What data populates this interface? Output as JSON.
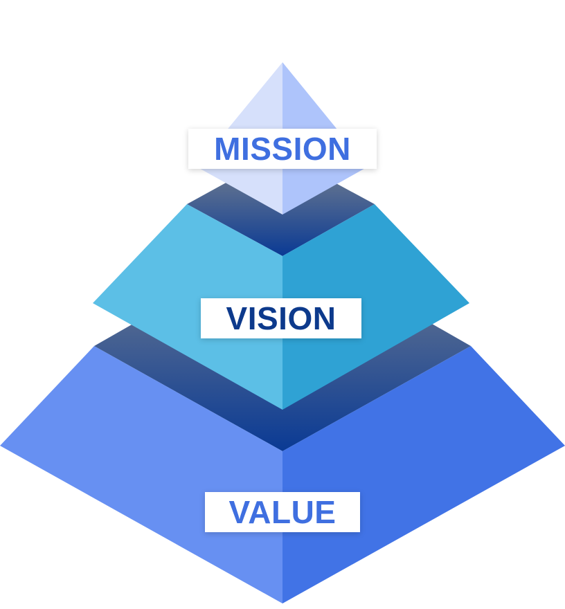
{
  "diagram": {
    "tiers": [
      {
        "id": "mission",
        "label": "MISSION",
        "text_color": "#3f6fe0",
        "left_color": "#d6e0fb",
        "right_color": "#aec4fb"
      },
      {
        "id": "vision",
        "label": "VISION",
        "text_color": "#0d3a8c",
        "left_color": "#5cbfe6",
        "right_color": "#2fa2d4"
      },
      {
        "id": "value",
        "label": "VALUE",
        "text_color": "#3f6fe0",
        "left_color": "#6790f2",
        "right_color": "#4173e6"
      }
    ],
    "band_colors": {
      "top": "#5f7190",
      "bottom": "#0a3a94"
    }
  }
}
